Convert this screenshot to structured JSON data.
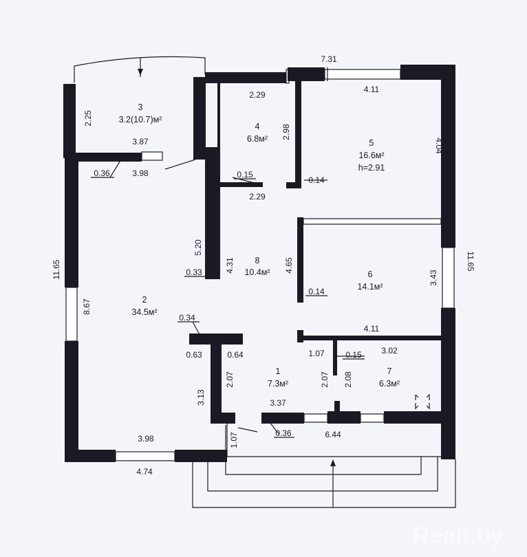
{
  "rooms": [
    {
      "num": "1",
      "area": "7.3м²"
    },
    {
      "num": "2",
      "area": "34.5м²"
    },
    {
      "num": "3",
      "area": "3.2(10.7)м²"
    },
    {
      "num": "4",
      "area": "6.8м²"
    },
    {
      "num": "5",
      "area": "16.6м²",
      "height": "h=2.91"
    },
    {
      "num": "6",
      "area": "14.1м²"
    },
    {
      "num": "7",
      "area": "6.3м²"
    },
    {
      "num": "8",
      "area": "10.4м²"
    }
  ],
  "dimensions": {
    "top_total": "7.31",
    "room3_left": "2.25",
    "room3_right": "2.25",
    "room3_width": "3.87",
    "room4_top": "2.29",
    "room4_bottom": "2.29",
    "room4_side": "2.98",
    "wall_015": "0.15",
    "wall_014_a": "0.14",
    "room5_top": "4.11",
    "room5_side": "4.04",
    "right_total": "11.65",
    "left_total": "11.65",
    "wall_036_a": "0.36",
    "room2_top": "3.98",
    "corridor_520": "5.20",
    "wall_033": "0.33",
    "corridor_431": "4.31",
    "room6_left": "4.65",
    "wall_014_b": "0.14",
    "room6_right": "3.43",
    "room2_side": "8.67",
    "wall_034": "0.34",
    "wall_063": "0.63",
    "wall_064": "0.64",
    "room7_top": "4.11",
    "room1_107": "1.07",
    "wall_015_b": "0.15",
    "room7_width": "3.02",
    "room1_side_207": "2.07",
    "room1_207_b": "2.07",
    "room1_208": "2.08",
    "room1_width": "3.37",
    "room2_313": "3.13",
    "wall_036_b": "0.36",
    "front_644": "6.44",
    "porch_107": "1.07",
    "room2_bottom": "3.98",
    "bottom_total": "4.74"
  },
  "watermark": "Realt.by"
}
